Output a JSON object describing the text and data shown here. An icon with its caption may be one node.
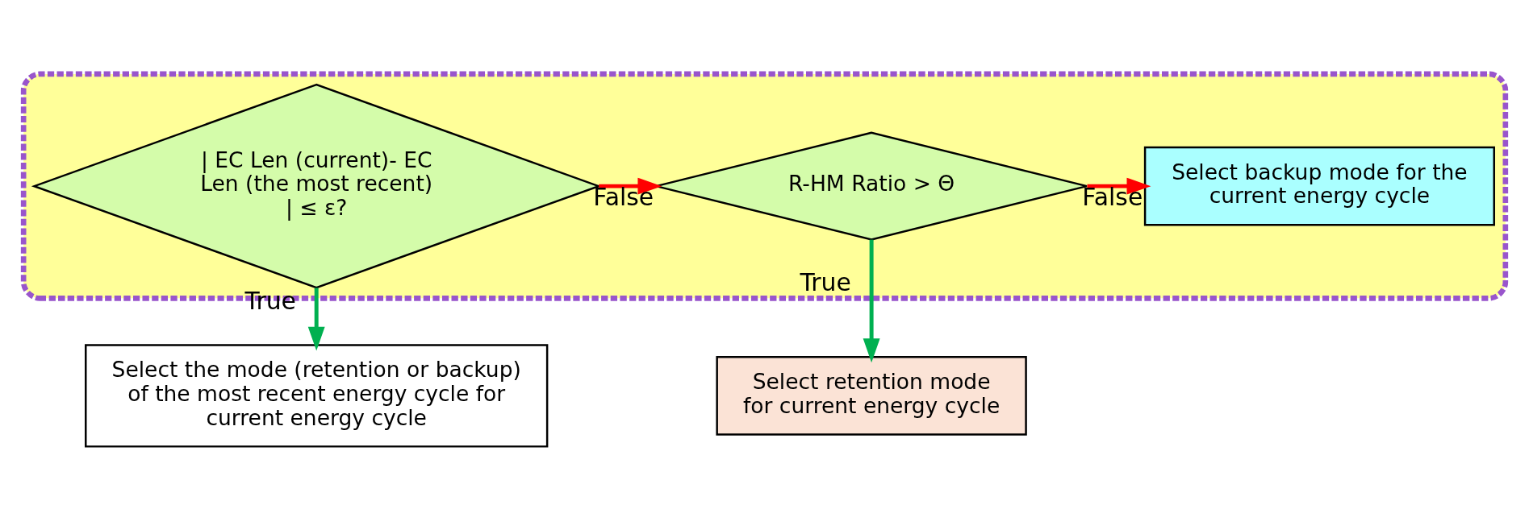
{
  "diagram": {
    "nodes": [
      {
        "text": [],
        "shape": "box"
      },
      {
        "text": [
          "| EC Len (current)- EC Len (the most recent) | ≤ ε?"
        ],
        "in": 0
      },
      {
        "text": [
          "R-HM Ratio > Θ"
        ],
        "in": 0
      },
      {
        "text": [
          "Select backup mode for the current energy cycle"
        ],
        "in": 0
      },
      {
        "text": [
          "Select the mode (retention or backup) of the most recent energy cycle for current energy cycle"
        ]
      },
      {
        "text": [
          "Select retention mode for current energy cycle"
        ]
      }
    ],
    "edges": [
      {
        "from": 1,
        "to": 2,
        "arrow": "to",
        "label": "False",
        "color": "#ff0000"
      },
      {
        "from": 2,
        "to": 3,
        "arrow": "to",
        "label": "False",
        "color": "#ff0000"
      },
      {
        "from": 1,
        "to": 4,
        "arrow": "to",
        "label": "True",
        "color": "#00b050"
      },
      {
        "from": 2,
        "to": 5,
        "arrow": "to",
        "label": "True",
        "color": "#00b050"
      }
    ]
  }
}
